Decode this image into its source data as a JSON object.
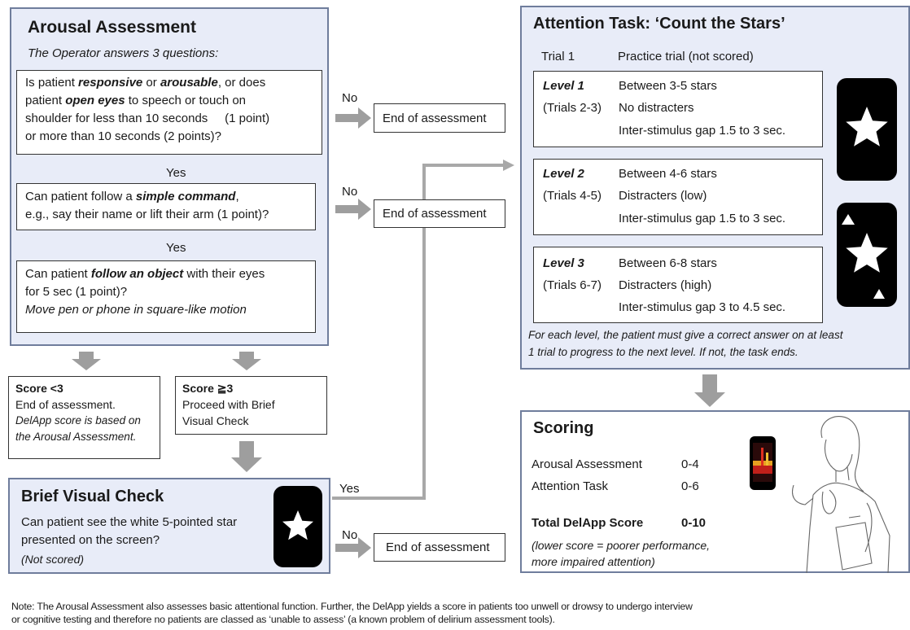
{
  "colors": {
    "panel_fill": "#e8ecf8",
    "panel_border": "#6f7d9c",
    "arrow": "#9e9e9e",
    "phone": "#000000"
  },
  "arousal": {
    "title": "Arousal Assessment",
    "subtitle": "The Operator answers 3 questions:",
    "q1": {
      "p1": "Is patient ",
      "e1": "responsive",
      "p2": " or ",
      "e2": "arousable",
      "p3": ", or does",
      "p4": "patient ",
      "e3": "open eyes",
      "p5": " to speech or touch on",
      "line3": "shoulder for less than 10 seconds     (1 point)",
      "line4": "or more than 10 seconds  (2 points)?"
    },
    "yes1": "Yes",
    "q2": {
      "p1": "Can patient follow a ",
      "e1": "simple command",
      "p2": ",",
      "line2": "e.g., say their name or lift their arm (1 point)?"
    },
    "yes2": "Yes",
    "q3": {
      "p1": "Can patient ",
      "e1": "follow an object",
      "p2": " with their eyes",
      "line2": "for 5 sec (1 point)?",
      "line3": "Move pen or phone in square-like motion"
    }
  },
  "no_labels": [
    "No",
    "No",
    "No"
  ],
  "end_labels": [
    "End of assessment",
    "End of assessment",
    "End of assessment"
  ],
  "score_low": {
    "heading": "Score <3",
    "line1": "End of assessment.",
    "note1": "DelApp score is based on",
    "note2": "the Arousal Assessment."
  },
  "score_high": {
    "heading": "Score ≧3",
    "line1": "Proceed with Brief",
    "line2": "Visual Check"
  },
  "brief": {
    "title": "Brief Visual Check",
    "line1": "Can patient see the white 5-pointed star",
    "line2": "presented on the screen?",
    "note": "(Not scored)",
    "yes": "Yes"
  },
  "attention": {
    "title": "Attention  Task: ‘Count the Stars’",
    "trial1_label": "Trial 1",
    "trial1_desc": "Practice trial (not scored)",
    "levels": [
      {
        "name": "Level 1",
        "trials": "(Trials 2-3)",
        "stars": "Between 3-5 stars",
        "distract": "No distracters",
        "gap": "Inter-stimulus gap 1.5 to 3 sec."
      },
      {
        "name": "Level 2",
        "trials": "(Trials 4-5)",
        "stars": "Between 4-6 stars",
        "distract": "Distracters (low)",
        "gap": "Inter-stimulus gap 1.5 to 3 sec."
      },
      {
        "name": "Level 3",
        "trials": "(Trials 6-7)",
        "stars": "Between 6-8 stars",
        "distract": "Distracters (high)",
        "gap": "Inter-stimulus gap 3 to 4.5 sec."
      }
    ],
    "note1": "For each level, the patient must give a correct  answer on at least",
    "note2": "1 trial to progress to the next level. If not, the task ends."
  },
  "scoring": {
    "title": "Scoring",
    "rows": [
      {
        "label": "Arousal Assessment",
        "range": "0-4"
      },
      {
        "label": "Attention Task",
        "range": "0-6"
      }
    ],
    "total_label": "Total DelApp Score",
    "total_range": "0-10",
    "note1": "(lower score = poorer performance,",
    "note2": "more impaired attention)"
  },
  "footnote": {
    "line1": "Note: The Arousal Assessment also assesses basic attentional function. Further, the DelApp yields a score in patients too unwell or drowsy to undergo interview",
    "line2": "or cognitive testing and therefore no patients are classed as ‘unable to assess’ (a known problem of delirium assessment tools)."
  }
}
